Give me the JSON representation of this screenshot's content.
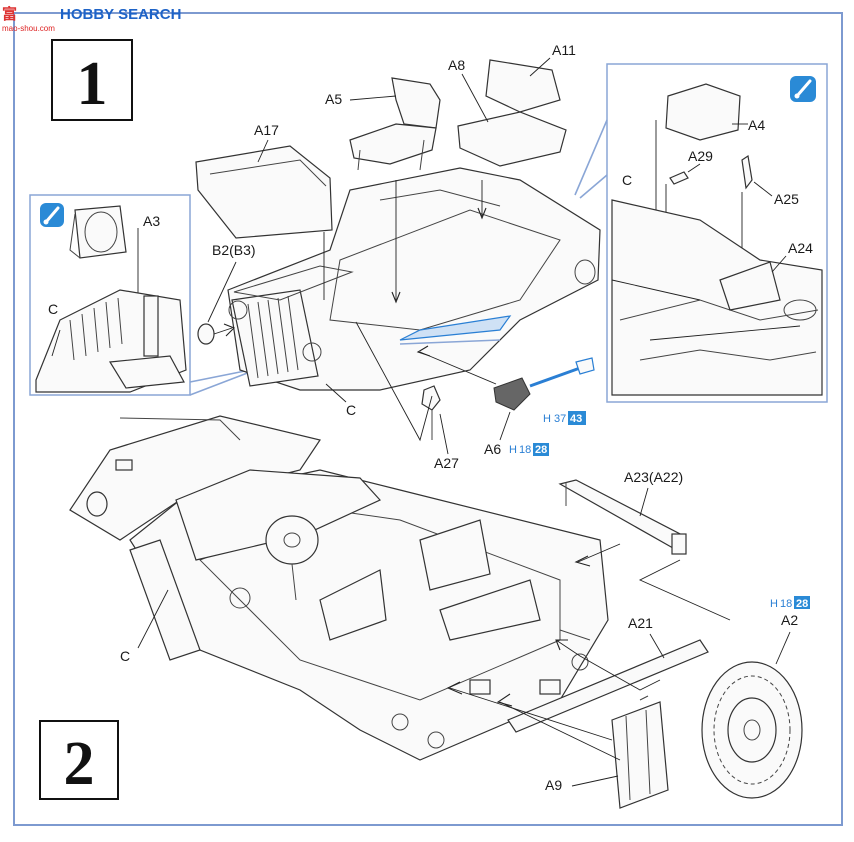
{
  "watermark": {
    "brand": "HOBBY SEARCH",
    "prefix": "富",
    "sub": "mao-shou.com"
  },
  "steps": [
    "1",
    "2"
  ],
  "labels": {
    "a5": "A5",
    "a8": "A8",
    "a11": "A11",
    "a17": "A17",
    "a3": "A3",
    "c_inset_left": "C",
    "b2": "B2(B3)",
    "c_step1": "C",
    "a27": "A27",
    "a6": "A6",
    "a4": "A4",
    "a29": "A29",
    "c_inset_right": "C",
    "a25": "A25",
    "a24": "A24",
    "a23": "A23(A22)",
    "c_step2": "C",
    "a21": "A21",
    "a2": "A2",
    "a9": "A9"
  },
  "paint_refs": [
    {
      "code": "H",
      "n1": "37",
      "n2": "43"
    },
    {
      "code": "H",
      "n1": "18",
      "n2": "28"
    },
    {
      "code": "H",
      "n1": "18",
      "n2": "28"
    }
  ],
  "colors": {
    "frame": "#8aa6d6",
    "accent": "#1e63c7",
    "badge": "#2a8ad6"
  }
}
